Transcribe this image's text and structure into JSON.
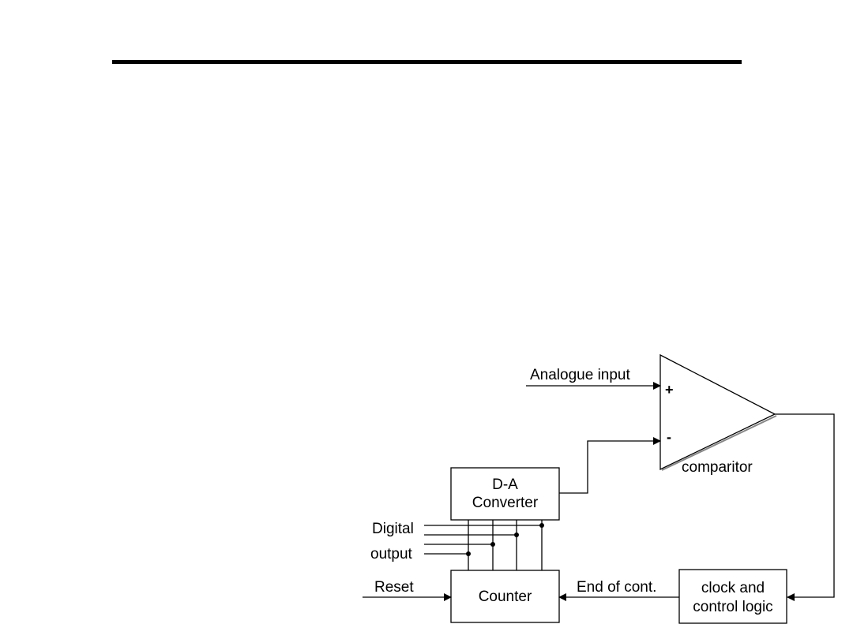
{
  "diagram": {
    "inputs": {
      "analogue_input": "Analogue input",
      "reset": "Reset"
    },
    "comparator": {
      "label": "comparitor",
      "plus_sign": "+",
      "minus_sign": "-"
    },
    "dac": {
      "line1": "D-A",
      "line2": "Converter"
    },
    "counter": {
      "label": "Counter"
    },
    "control": {
      "line1": "clock and",
      "line2": "control logic"
    },
    "end_signal": "End of cont.",
    "digital_output": {
      "line1": "Digital",
      "line2": "output"
    },
    "colors": {
      "stroke": "#000000",
      "background": "#ffffff"
    }
  }
}
